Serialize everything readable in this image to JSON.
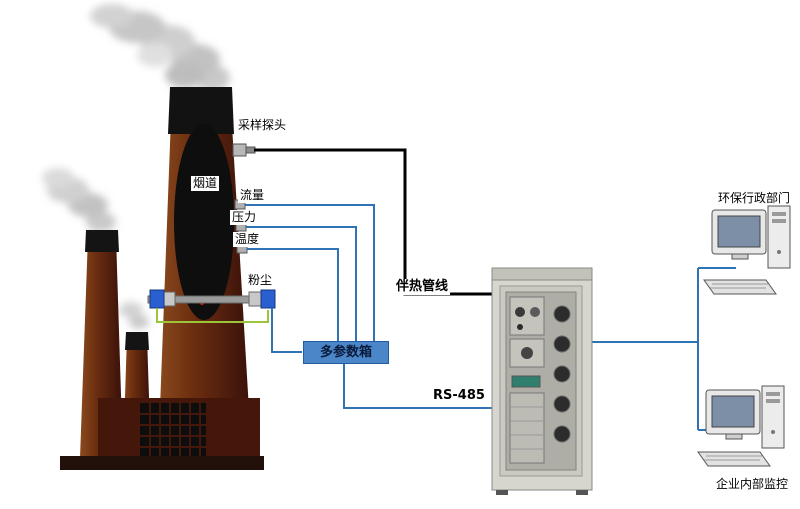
{
  "diagram": {
    "stack_labels": {
      "sampling_probe": "采样探头",
      "flue": "烟道",
      "flow": "流量",
      "pressure": "压力",
      "temperature": "温度",
      "dust": "粉尘"
    },
    "boxes": {
      "multi_param_box": "多参数箱"
    },
    "line_labels": {
      "heated_line": "伴热管线",
      "rs485": "RS-485"
    },
    "endpoints": {
      "epa_department": "环保行政部门",
      "enterprise_monitor": "企业内部监控"
    },
    "icons": {
      "factory": "factory-with-chimneys-illustration",
      "smoke": "smoke-plume-illustration",
      "cabinet": "analyzer-cabinet-illustration",
      "computer": "desktop-computer-illustration",
      "dust_sensor": "dust-monitor-crossduct-illustration"
    },
    "colors": {
      "signal_line_blue": "#2e74b5",
      "heated_line_black": "#000000",
      "multi_param_box_bg": "#4a86c8",
      "chimney_brown": "#6e2f10",
      "dust_sensor_blue": "#2a5fd0",
      "dust_wire_green": "#9dc53a"
    }
  }
}
